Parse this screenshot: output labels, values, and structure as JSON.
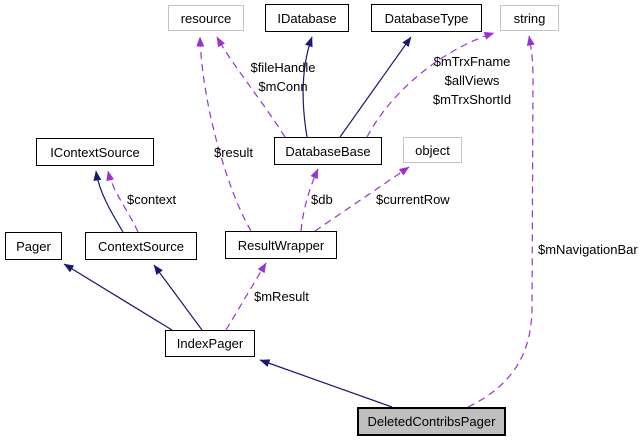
{
  "nodes": {
    "resource": "resource",
    "idatabase": "IDatabase",
    "databasetype": "DatabaseType",
    "string": "string",
    "icontextsource": "IContextSource",
    "databasebase": "DatabaseBase",
    "object": "object",
    "pager": "Pager",
    "contextsource": "ContextSource",
    "resultwrapper": "ResultWrapper",
    "indexpager": "IndexPager",
    "deletedcontribspager": "DeletedContribsPager"
  },
  "edge_labels": {
    "fileHandle": "$fileHandle",
    "mConn": "$mConn",
    "mTrxFname": "$mTrxFname",
    "allViews": "$allViews",
    "mTrxShortId": "$mTrxShortId",
    "result": "$result",
    "context": "$context",
    "db": "$db",
    "currentRow": "$currentRow",
    "mResult": "$mResult",
    "mNavigationBar": "$mNavigationBar"
  },
  "colors": {
    "inheritance_arrow": "#191970",
    "usage_arrow": "#9a32cd",
    "node_border": "#000000",
    "external_node_border": "#c4c4c4",
    "selected_node_fill": "#bfbfbf"
  }
}
